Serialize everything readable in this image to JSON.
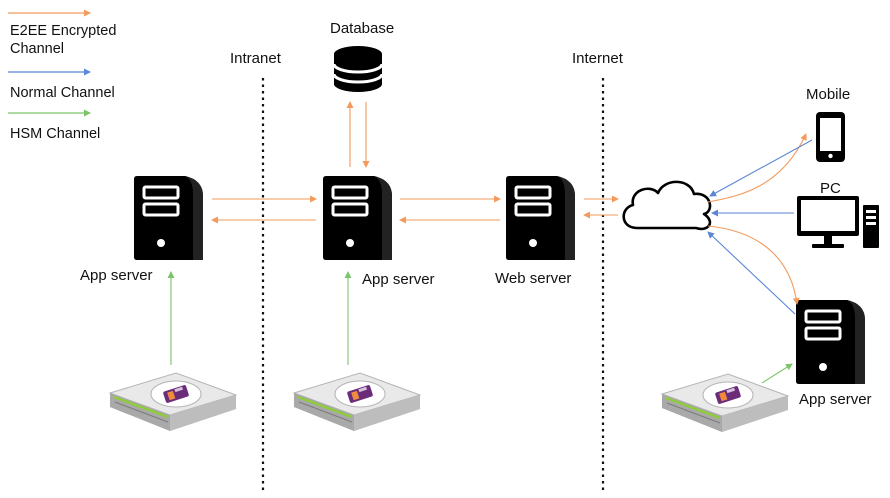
{
  "legend": {
    "e2ee_label": "E2EE Encrypted\nChannel",
    "normal_label": "Normal Channel",
    "hsm_label": "HSM Channel",
    "colors": {
      "e2ee": "#f39a5c",
      "normal": "#5a86d6",
      "hsm": "#7cc46a"
    }
  },
  "zones": {
    "intranet": "Intranet",
    "internet": "Internet"
  },
  "nodes": {
    "database": "Database",
    "app_server_left": "App server",
    "app_server_center": "App server",
    "web_server": "Web server",
    "mobile": "Mobile",
    "pc": "PC",
    "app_server_right": "App server"
  }
}
